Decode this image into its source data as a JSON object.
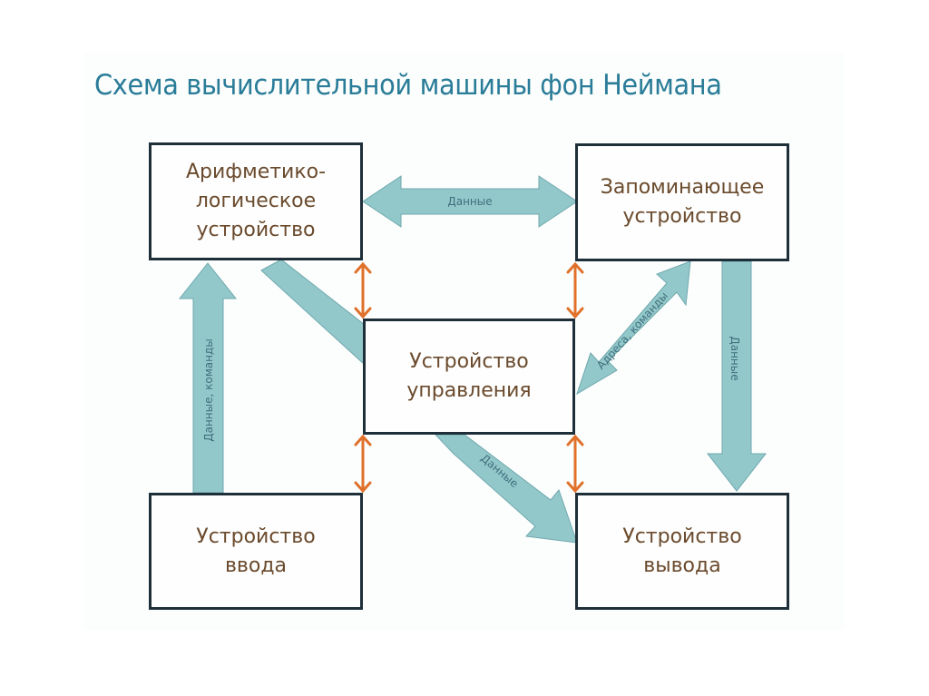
{
  "title": "Схема вычислительной машины фон Неймана",
  "colors": {
    "title": "#2a7c98",
    "box_border": "#1e2f3a",
    "box_text": "#6b4a2d",
    "data_arrow_fill": "#93c8cb",
    "data_arrow_stroke": "#6fa8ad",
    "control_arrow": "#e0702a",
    "arrow_label": "#3e6f7c"
  },
  "blocks": {
    "alu": [
      "Арифметико-",
      "логическое",
      "устройство"
    ],
    "memory": [
      "Запоминающее",
      "устройство"
    ],
    "control": [
      "Устройство",
      "управления"
    ],
    "input": [
      "Устройство",
      "ввода"
    ],
    "output": [
      "Устройство",
      "вывода"
    ]
  },
  "arrows": {
    "alu_memory": "Данные",
    "input_alu": "Данные, команды",
    "memory_control": "Адреса, команды",
    "memory_output": "Данные",
    "control_output": "Данные"
  }
}
